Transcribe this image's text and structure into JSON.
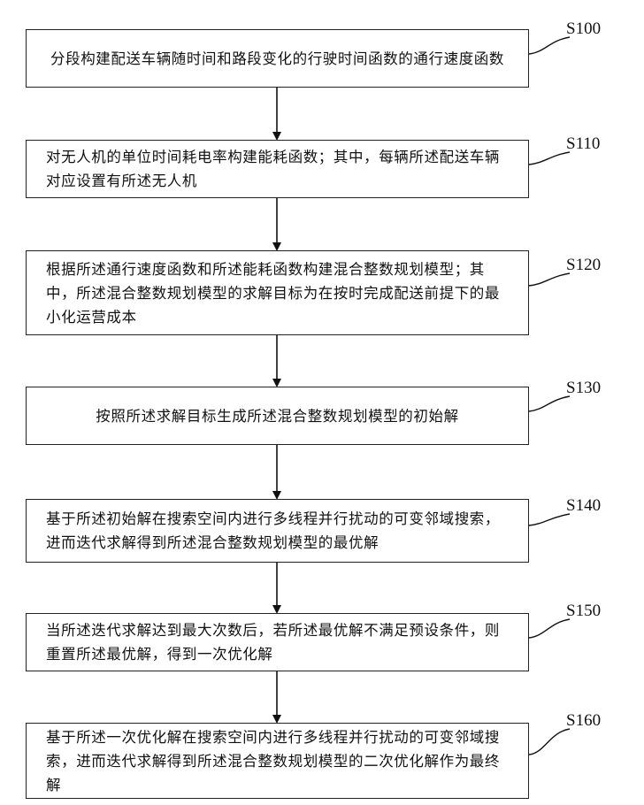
{
  "steps": [
    {
      "label": "S100",
      "text": "分段构建配送车辆随时间和路段变化的行驶时间函数的通行速度函数"
    },
    {
      "label": "S110",
      "text": "对无人机的单位时间耗电率构建能耗函数；其中，每辆所述配送车辆对应设置有所述无人机"
    },
    {
      "label": "S120",
      "text": "根据所述通行速度函数和所述能耗函数构建混合整数规划模型；其中，所述混合整数规划模型的求解目标为在按时完成配送前提下的最小化运营成本"
    },
    {
      "label": "S130",
      "text": "按照所述求解目标生成所述混合整数规划模型的初始解"
    },
    {
      "label": "S140",
      "text": "基于所述初始解在搜索空间内进行多线程并行扰动的可变邻域搜索，进而迭代求解得到所述混合整数规划模型的最优解"
    },
    {
      "label": "S150",
      "text": "当所述迭代求解达到最大次数后，若所述最优解不满足预设条件，则重置所述最优解，得到一次优化解"
    },
    {
      "label": "S160",
      "text": "基于所述一次优化解在搜索空间内进行多线程并行扰动的可变邻域搜索，进而迭代求解得到所述混合整数规划模型的二次优化解作为最终解"
    }
  ]
}
